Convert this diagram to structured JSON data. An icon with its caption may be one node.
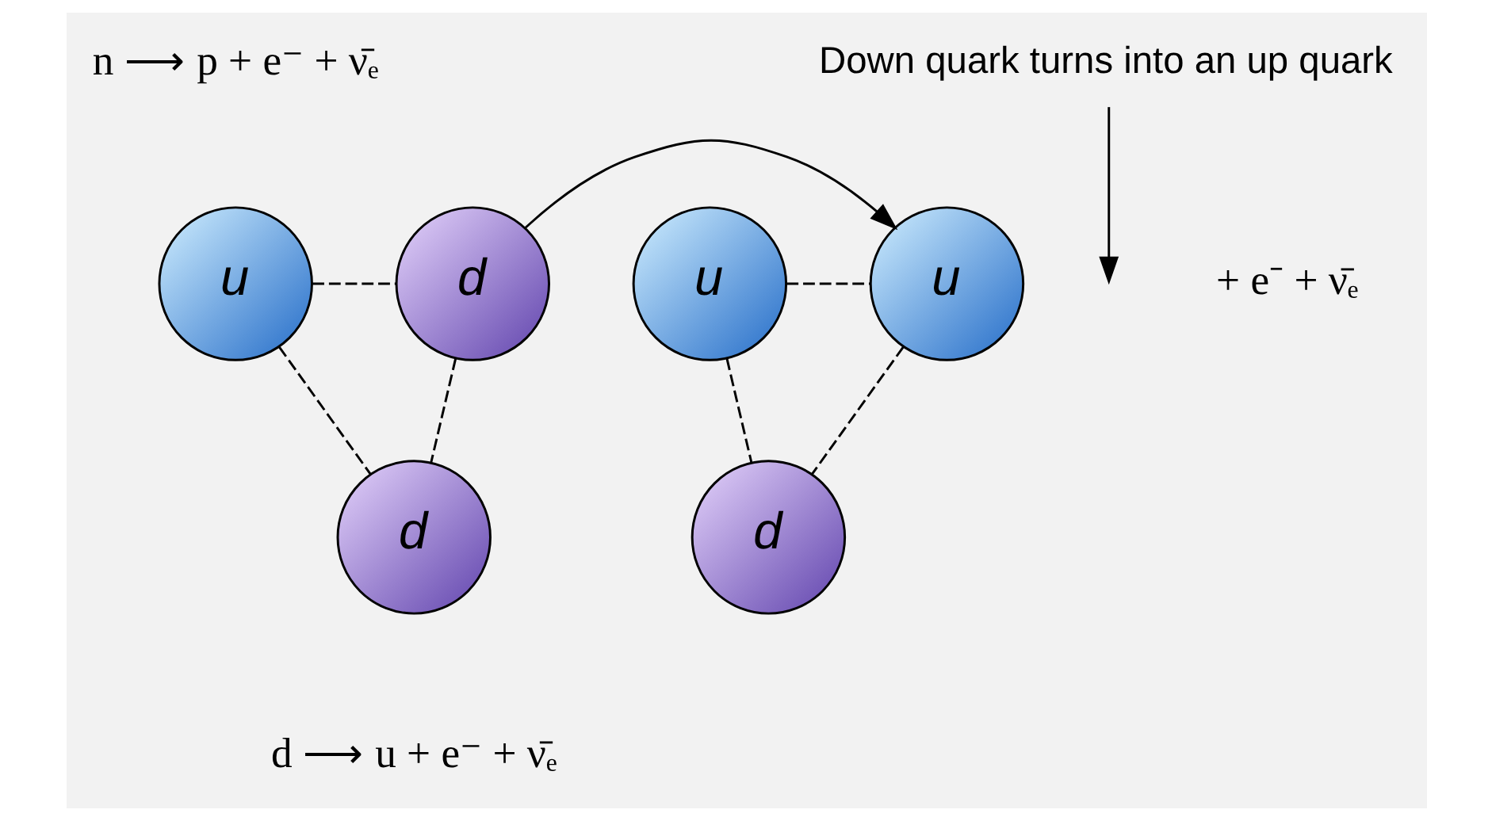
{
  "diagram": {
    "nodes": [
      {
        "text": [
          "u"
        ]
      },
      {
        "text": [
          "d"
        ]
      },
      {
        "text": [
          "d"
        ]
      },
      {
        "text": [
          "u"
        ]
      },
      {
        "text": [
          "u"
        ]
      },
      {
        "text": [
          "d"
        ]
      },
      {
        "text": [
          "Down quark turns into an up quark"
        ]
      }
    ],
    "edges": [
      {
        "from": 0,
        "to": 1,
        "arrow": "none",
        "style": "dashed"
      },
      {
        "from": 0,
        "to": 2,
        "arrow": "none",
        "style": "dashed"
      },
      {
        "from": 1,
        "to": 2,
        "arrow": "none",
        "style": "dashed"
      },
      {
        "from": 1,
        "to": 4,
        "arrow": "to"
      },
      {
        "from": 3,
        "to": 4,
        "arrow": "none",
        "style": "dashed"
      },
      {
        "from": 3,
        "to": 5,
        "arrow": "none",
        "style": "dashed"
      },
      {
        "from": 4,
        "to": 5,
        "arrow": "none",
        "style": "dashed"
      },
      {
        "from": 6,
        "to": null,
        "arrow": "to"
      }
    ],
    "labels": [
      "n ⟶ p + e⁻ + ν̄ₑ",
      "+ e⁻ + ν̄ₑ",
      "d ⟶ u + e⁻ + ν̄ₑ"
    ]
  }
}
